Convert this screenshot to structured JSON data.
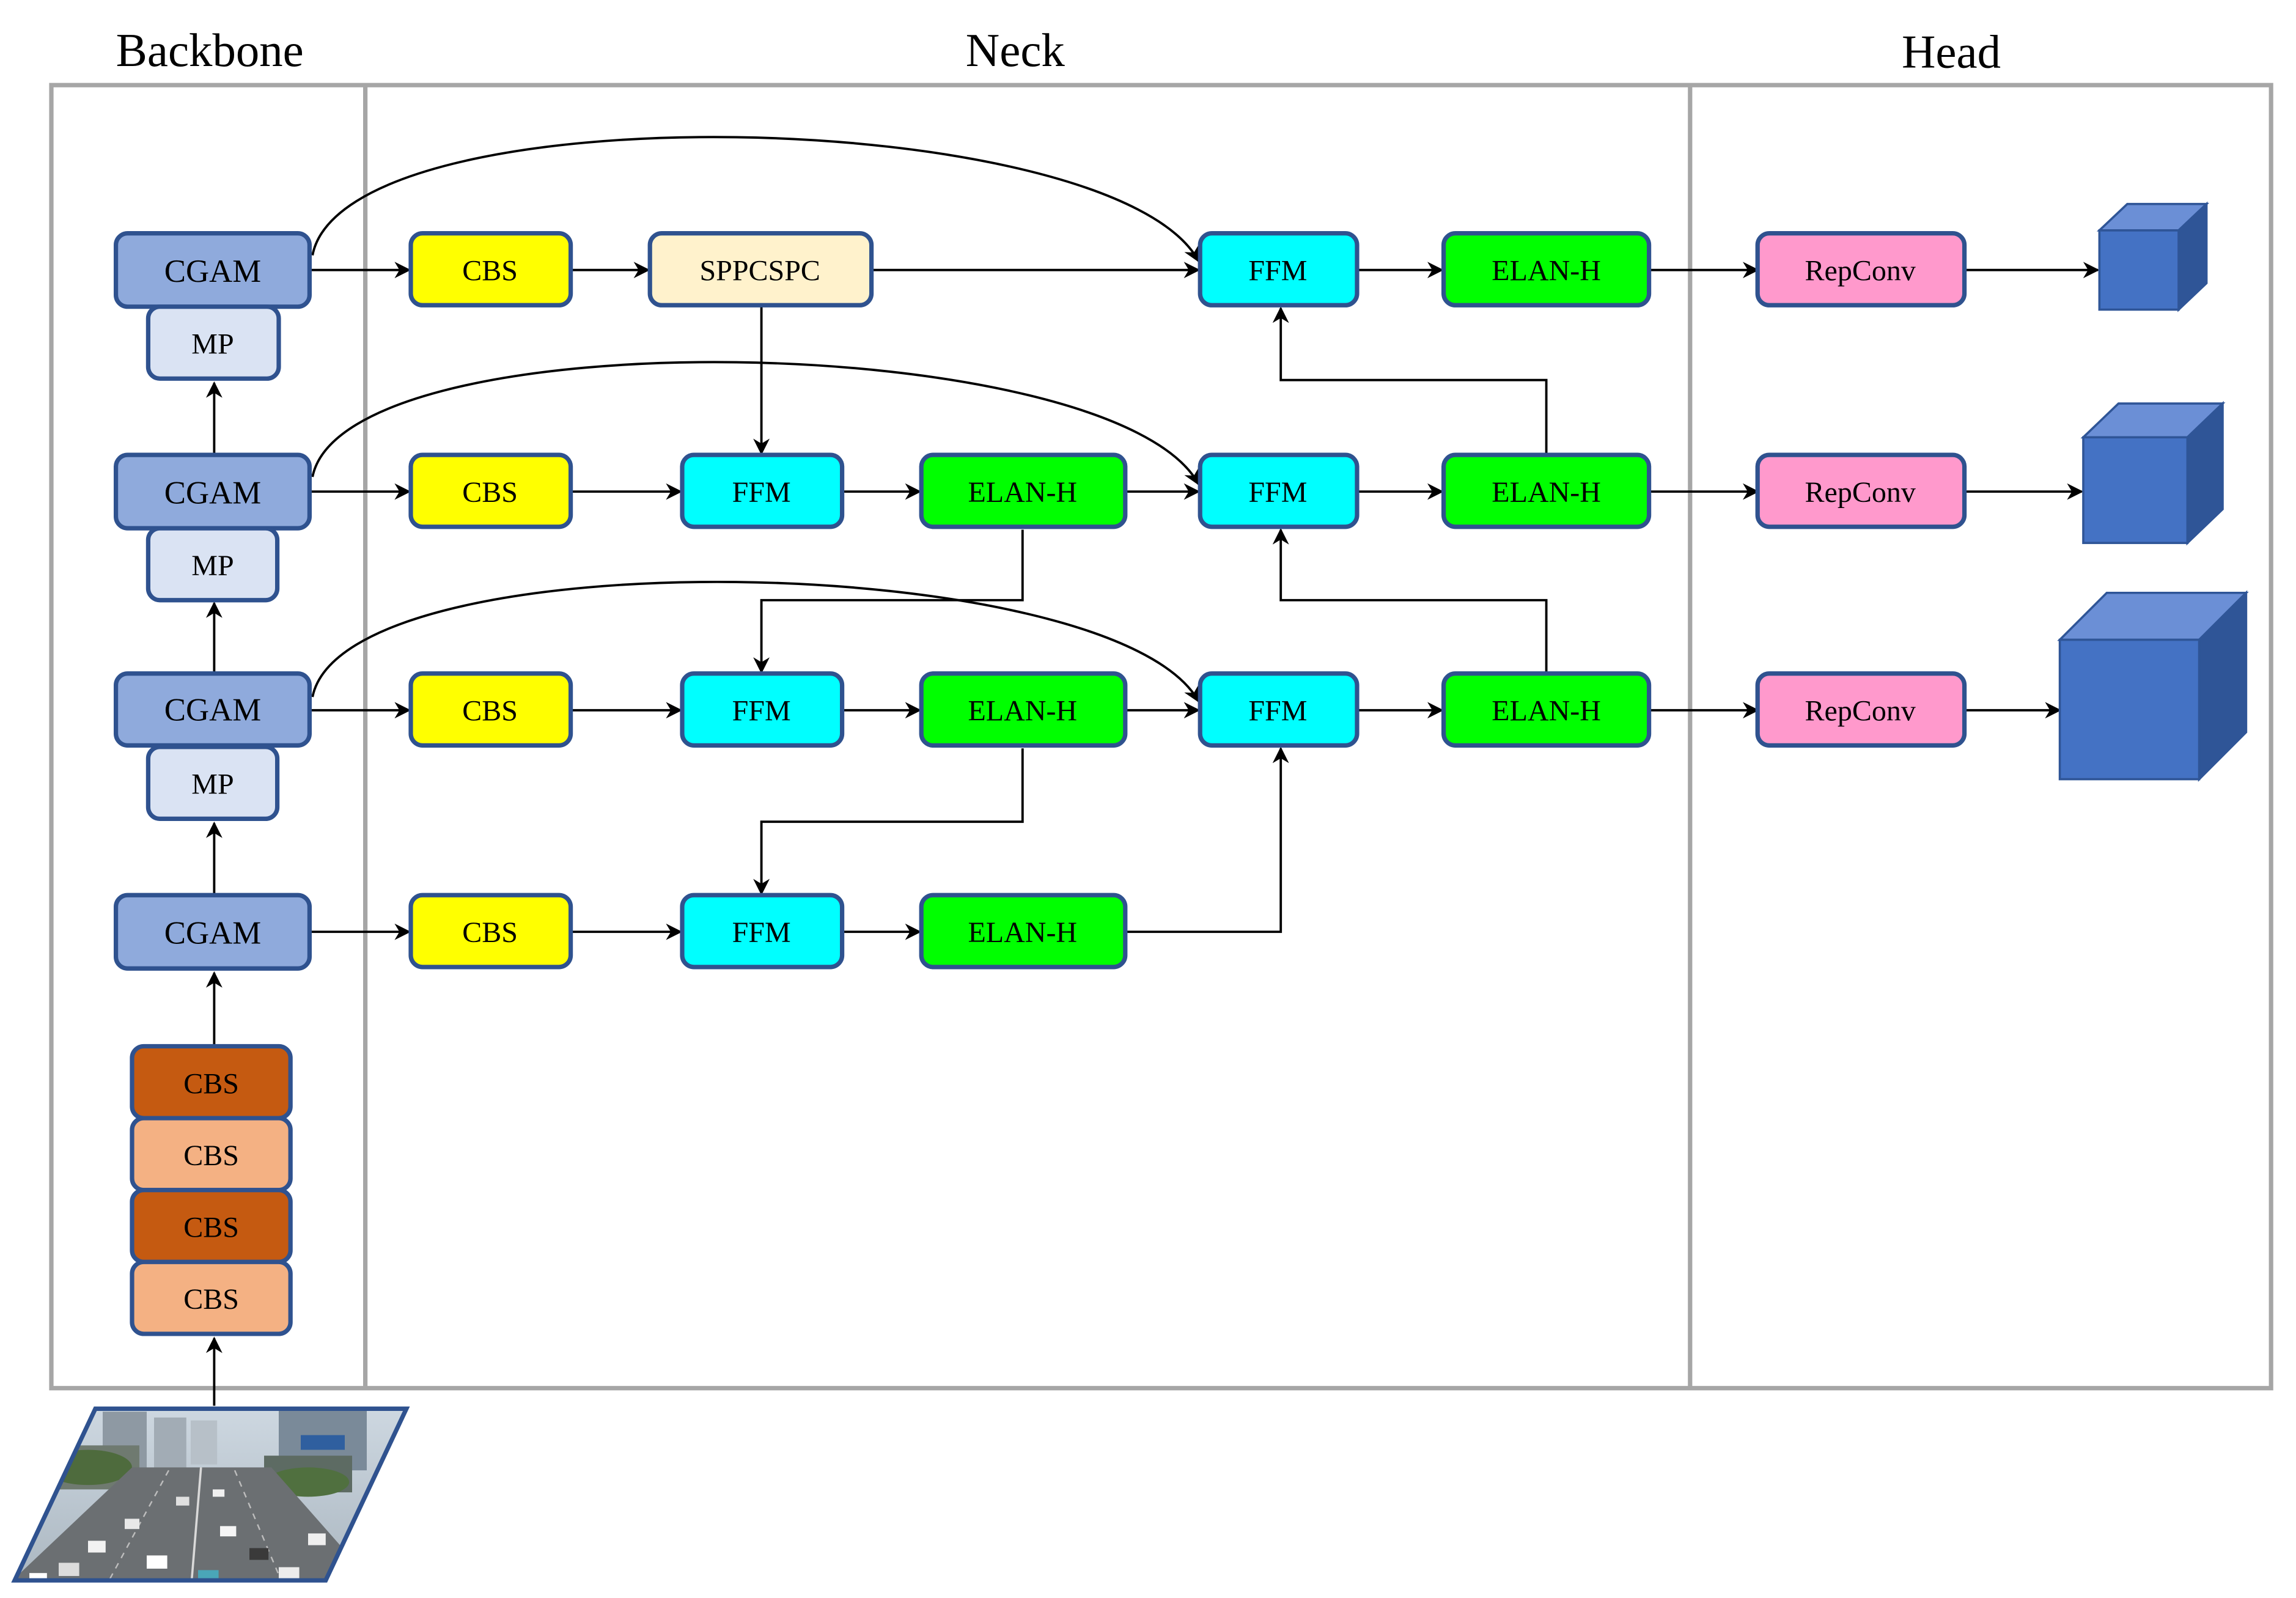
{
  "sections": {
    "backbone": "Backbone",
    "neck": "Neck",
    "head": "Head"
  },
  "colors": {
    "frame": "#a6a6a6",
    "node_border": "#2f528f",
    "cgam": "#8faadc",
    "mp": "#dae3f3",
    "cbs_neck": "#ffff00",
    "sppcspc": "#fff2cc",
    "ffm": "#00ffff",
    "elan_h": "#00ff00",
    "repconv": "#ff99cc",
    "cbs_dark": "#c55a11",
    "cbs_light": "#f4b183",
    "cube_front": "#4472c4",
    "cube_top": "#6b8fd6",
    "cube_side": "#2f5597"
  },
  "nodes": {
    "backbone_stem": [
      "CBS",
      "CBS",
      "CBS",
      "CBS"
    ],
    "cgam": [
      "CGAM",
      "CGAM",
      "CGAM",
      "CGAM"
    ],
    "mp": [
      "MP",
      "MP",
      "MP"
    ],
    "neck_cbs": [
      "CBS",
      "CBS",
      "CBS",
      "CBS"
    ],
    "sppcspc": "SPPCSPC",
    "ffm_mid": [
      "FFM",
      "FFM",
      "FFM"
    ],
    "elan_mid": [
      "ELAN-H",
      "ELAN-H",
      "ELAN-H"
    ],
    "ffm_right": [
      "FFM",
      "FFM",
      "FFM"
    ],
    "elan_right": [
      "ELAN-H",
      "ELAN-H",
      "ELAN-H"
    ],
    "repconv": [
      "RepConv",
      "RepConv",
      "RepConv"
    ]
  },
  "icons": {
    "input": "input-road-traffic-image",
    "output": "output-cube-icon"
  }
}
